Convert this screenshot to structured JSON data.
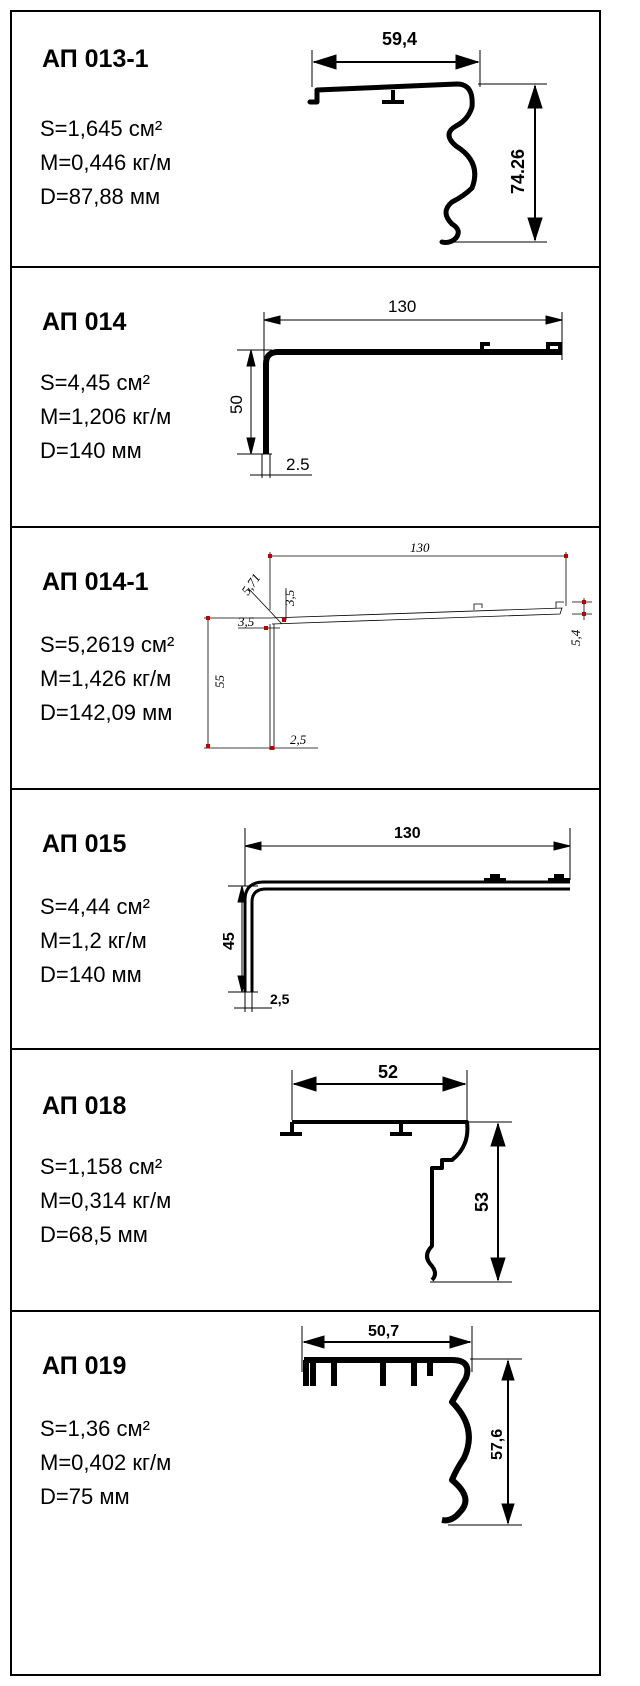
{
  "profiles": [
    {
      "title": "АП 013-1",
      "area": "S=1,645 см²",
      "mass": "M=0,446 кг/м",
      "diameter": "D=87,88 мм",
      "dim_width": "59,4",
      "dim_height": "74.26"
    },
    {
      "title": "АП 014",
      "area": "S=4,45 см²",
      "mass": "M=1,206 кг/м",
      "diameter": "D=140 мм",
      "dim_width": "130",
      "dim_height": "50",
      "dim_thickness": "2.5"
    },
    {
      "title": "АП 014-1",
      "area": "S=5,2619 см²",
      "mass": "M=1,426 кг/м",
      "diameter": "D=142,09 мм",
      "dim_width": "130",
      "dim_height": "55",
      "dim_thickness": "2,5",
      "dim_radius": "5,71",
      "dim_a": "3,5",
      "dim_b": "3,5",
      "dim_lip": "5,4"
    },
    {
      "title": "АП 015",
      "area": "S=4,44 см²",
      "mass": "M=1,2 кг/м",
      "diameter": "D=140 мм",
      "dim_width": "130",
      "dim_height": "45",
      "dim_thickness": "2,5"
    },
    {
      "title": "АП 018",
      "area": "S=1,158 см²",
      "mass": "M=0,314 кг/м",
      "diameter": "D=68,5 мм",
      "dim_width": "52",
      "dim_height": "53"
    },
    {
      "title": "АП 019",
      "area": "S=1,36 см²",
      "mass": "M=0,402 кг/м",
      "diameter": "D=75 мм",
      "dim_width": "50,7",
      "dim_height": "57,6"
    }
  ]
}
